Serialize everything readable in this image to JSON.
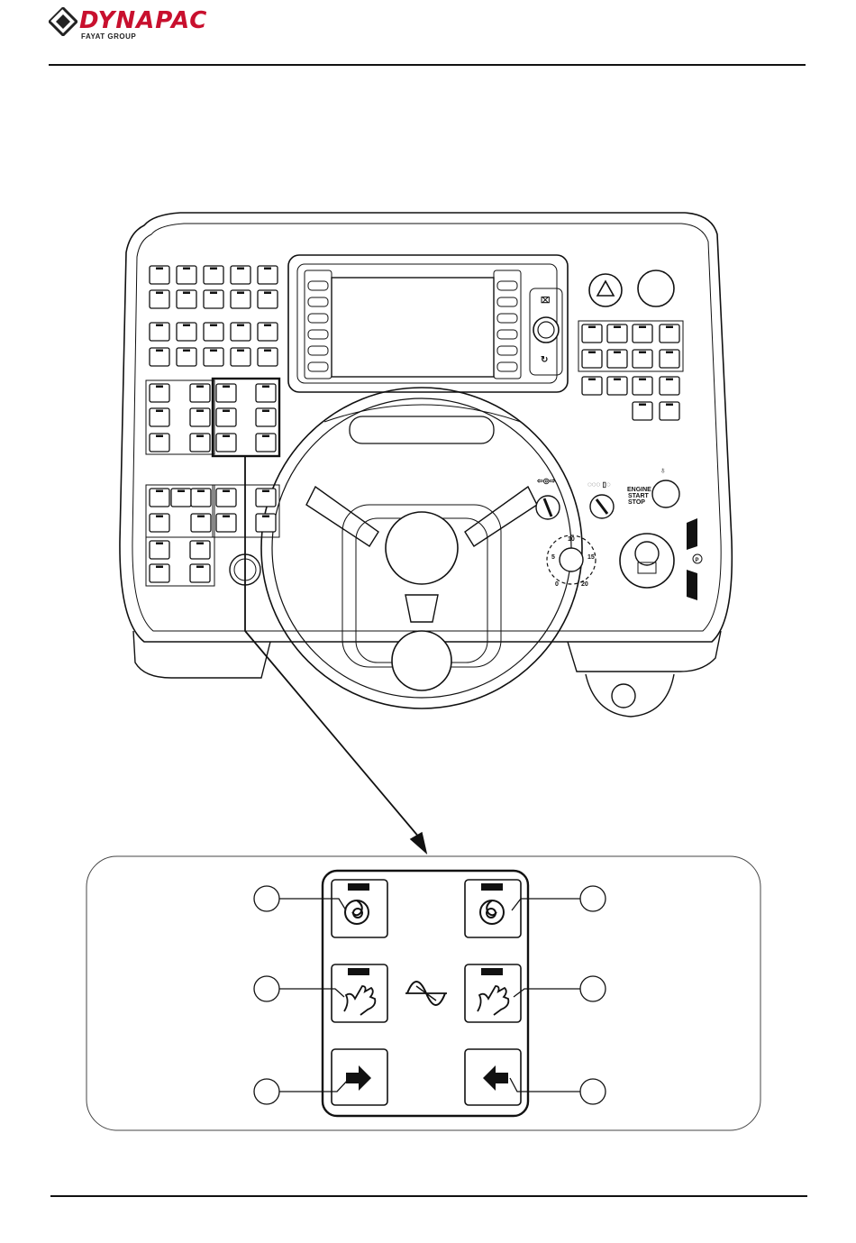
{
  "brand": {
    "name": "DYNAPAC",
    "group": "FAYAT GROUP",
    "color": "#c8102e"
  },
  "console": {
    "ignition_labels": [
      "ENGINE",
      "START",
      "STOP"
    ],
    "dial_numbers": [
      "10",
      "5",
      "15",
      "0",
      "20"
    ],
    "parking_symbol": "P"
  },
  "detail": {
    "buttons": [
      {
        "icon": "vibration-spiral-icon",
        "side": "left",
        "row": 1
      },
      {
        "icon": "vibration-spiral-icon",
        "side": "right",
        "row": 1
      },
      {
        "icon": "manual-hand-icon",
        "side": "left",
        "row": 2
      },
      {
        "icon": "manual-hand-icon",
        "side": "right",
        "row": 2
      },
      {
        "icon": "arrow-right-icon",
        "side": "left",
        "row": 3
      },
      {
        "icon": "arrow-left-icon",
        "side": "right",
        "row": 3
      }
    ],
    "center_icon": "sine-wave-icon"
  }
}
